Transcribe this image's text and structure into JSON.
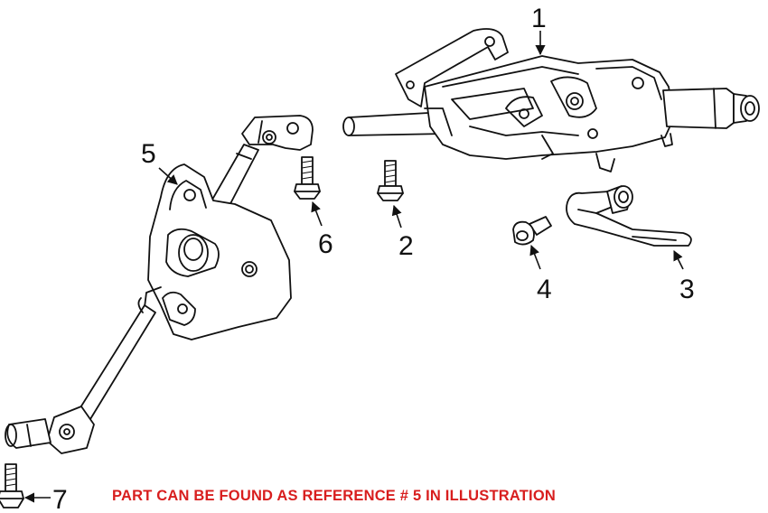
{
  "callouts": {
    "c1": "1",
    "c2": "2",
    "c3": "3",
    "c4": "4",
    "c5": "5",
    "c6": "6",
    "c7": "7"
  },
  "note": {
    "text": "PART CAN BE FOUND AS REFERENCE # 5 IN ILLUSTRATION",
    "color": "#d81e1e"
  }
}
